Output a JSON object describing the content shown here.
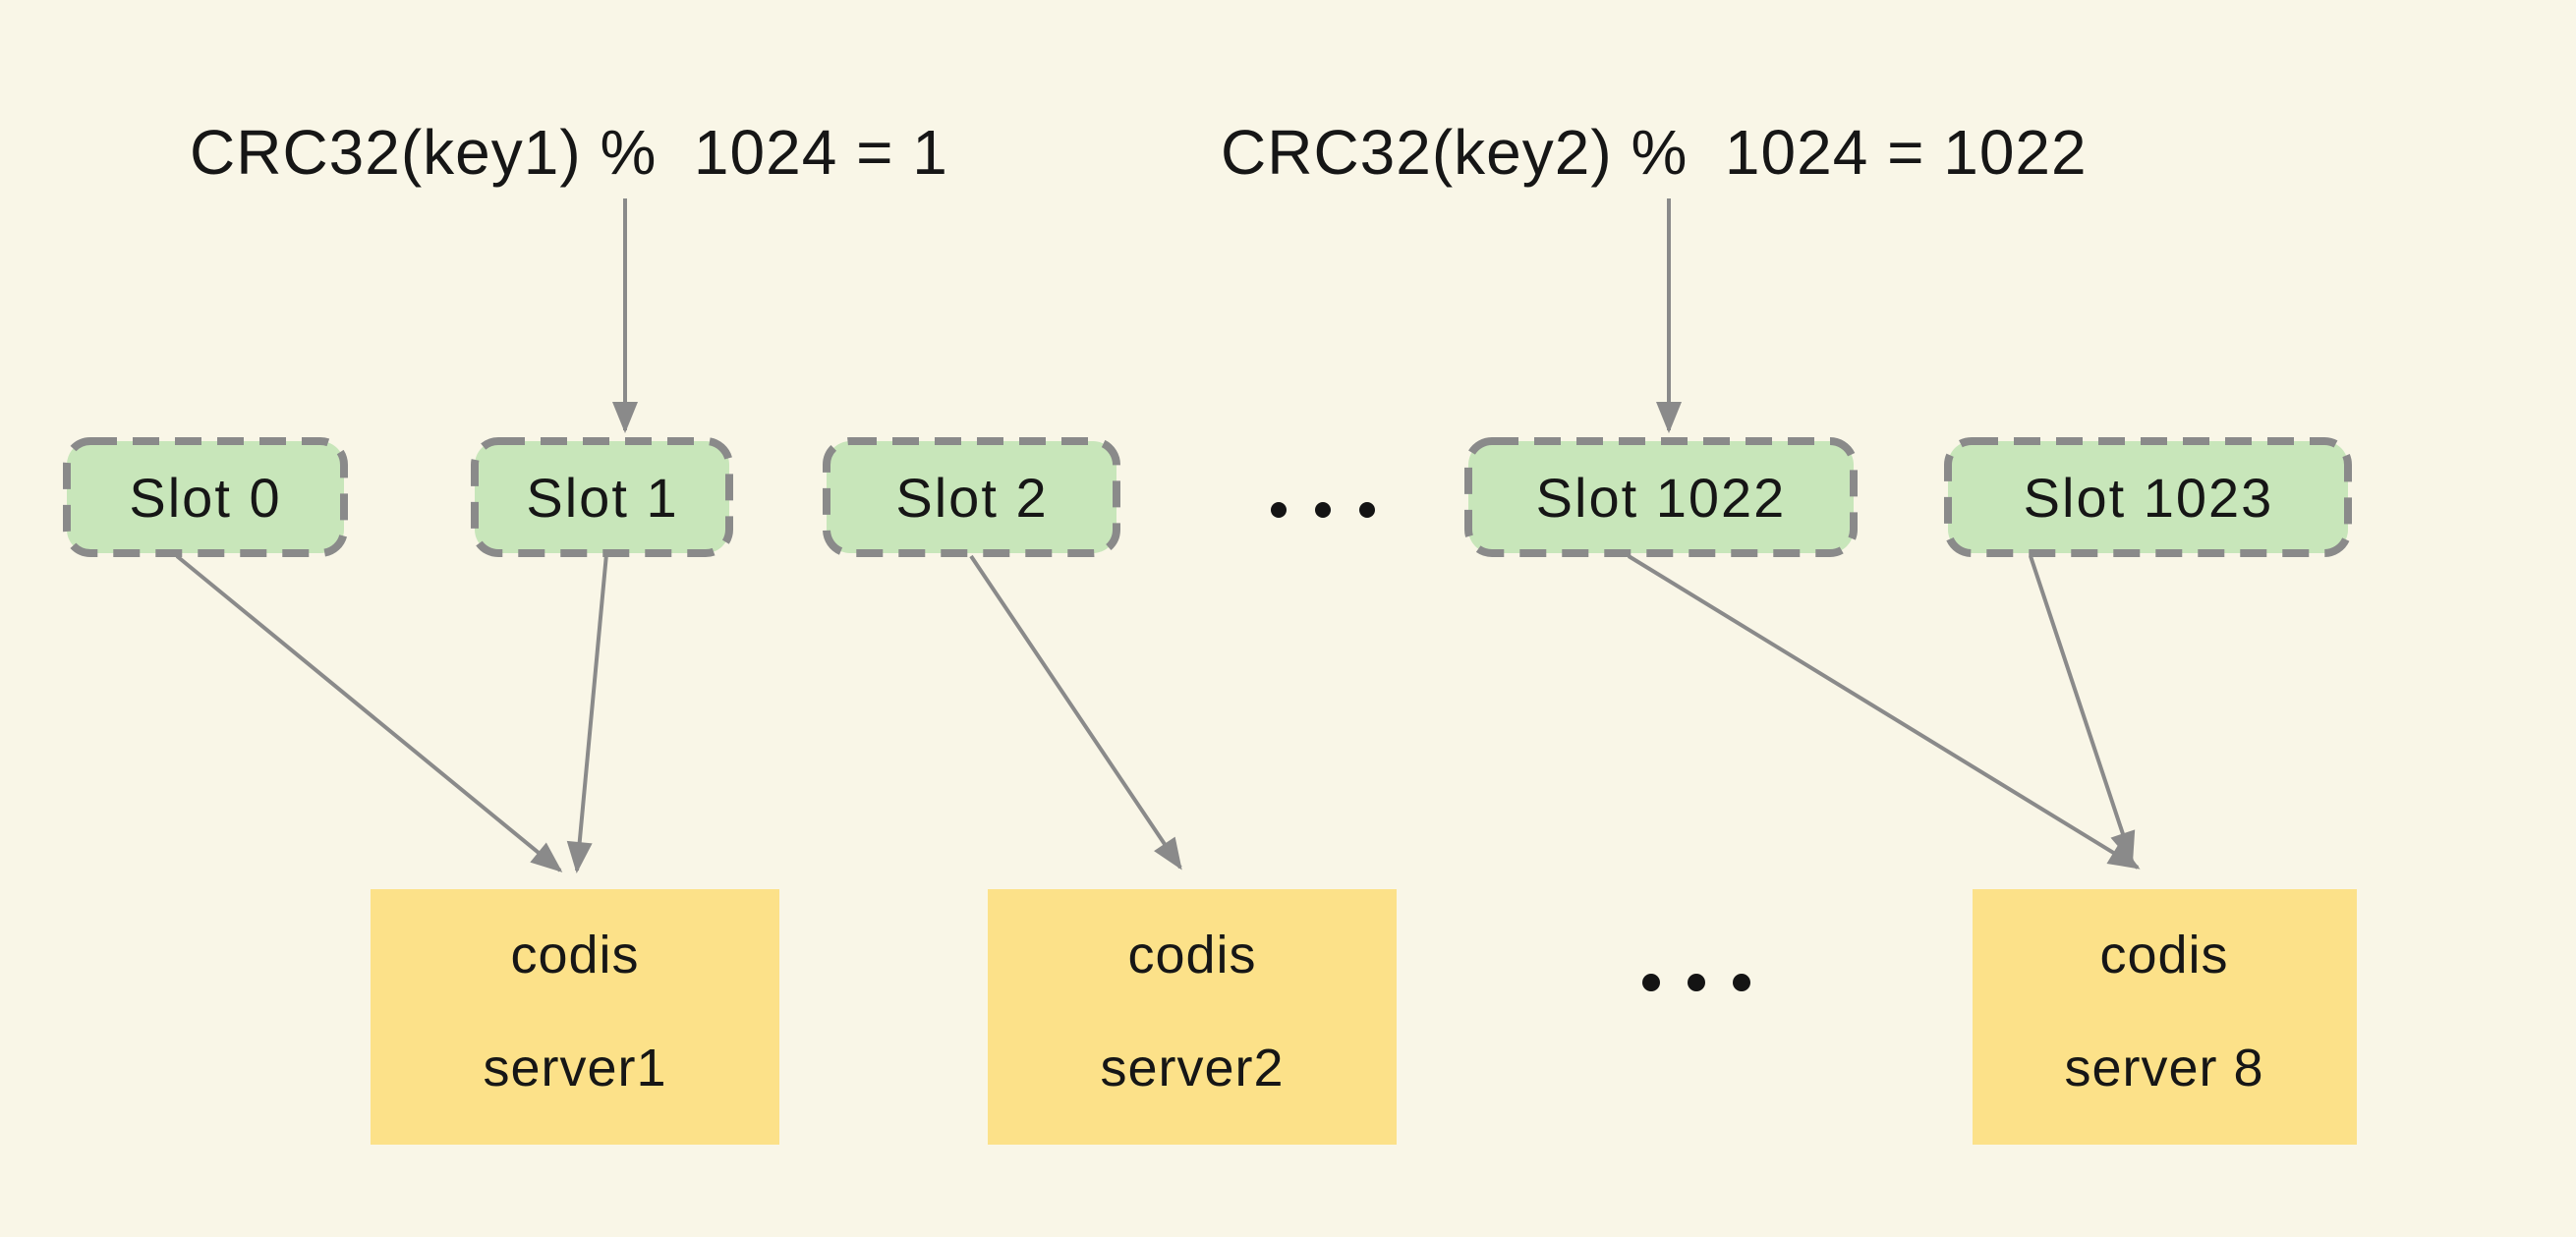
{
  "hash_labels": {
    "key1": "CRC32(key1) %  1024 = 1",
    "key2": "CRC32(key2) %  1024 = 1022"
  },
  "slots": {
    "items": [
      {
        "label": "Slot 0"
      },
      {
        "label": "Slot 1"
      },
      {
        "label": "Slot 2"
      },
      {
        "label": "Slot 1022"
      },
      {
        "label": "Slot 1023"
      }
    ],
    "ellipsis": "..."
  },
  "servers": {
    "items": [
      {
        "line1": "codis",
        "line2": "server1"
      },
      {
        "line1": "codis",
        "line2": "server2"
      },
      {
        "line1": "codis",
        "line2": "server 8"
      }
    ],
    "ellipsis": "..."
  },
  "edges": [
    {
      "from": "CRC32(key1) % 1024 = 1",
      "to": "Slot 1"
    },
    {
      "from": "CRC32(key2) % 1024 = 1022",
      "to": "Slot 1022"
    },
    {
      "from": "Slot 0",
      "to": "codis server1"
    },
    {
      "from": "Slot 1",
      "to": "codis server1"
    },
    {
      "from": "Slot 2",
      "to": "codis server2"
    },
    {
      "from": "Slot 1022",
      "to": "codis server 8"
    },
    {
      "from": "Slot 1023",
      "to": "codis server 8"
    }
  ],
  "colors": {
    "background": "#f9f6e7",
    "slot_fill": "#c8e6ba",
    "slot_border": "#8a8a8a",
    "server_fill": "#fce189",
    "arrow": "#8a8a8a",
    "text": "#161616"
  }
}
